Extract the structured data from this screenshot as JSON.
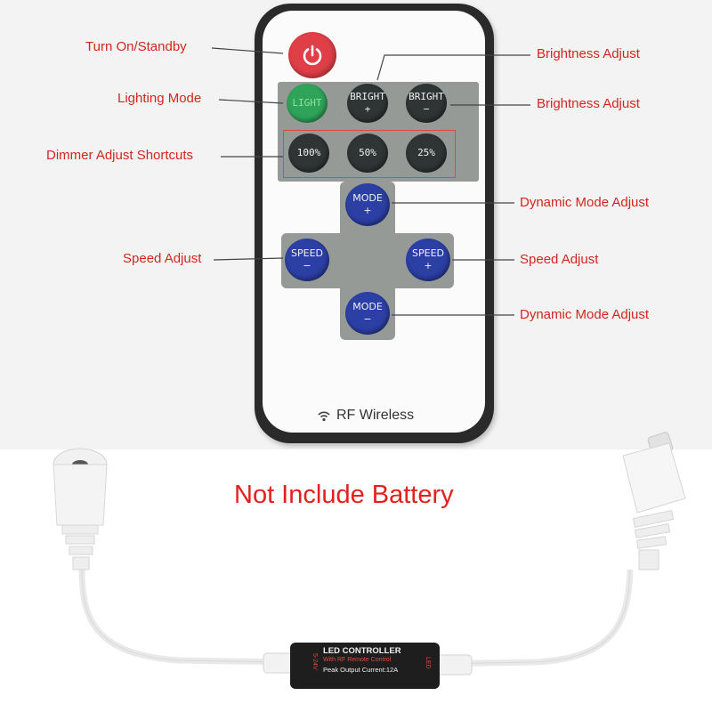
{
  "callouts": {
    "turn_on_standby": "Turn On/Standby",
    "lighting_mode": "Lighting Mode",
    "dimmer_shortcuts": "Dimmer Adjust Shortcuts",
    "speed_adjust_left": "Speed Adjust",
    "brightness_adjust_top": "Brightness Adjust",
    "brightness_adjust_bottom": "Brightness Adjust",
    "dynamic_mode_top": "Dynamic Mode Adjust",
    "speed_adjust_right": "Speed Adjust",
    "dynamic_mode_bottom": "Dynamic Mode Adjust"
  },
  "remote": {
    "buttons": {
      "light": "LIGHT",
      "bright_plus_1": "BRIGHT",
      "bright_plus_2": "+",
      "bright_minus_1": "BRIGHT",
      "bright_minus_2": "−",
      "dim_100": "100%",
      "dim_50": "50%",
      "dim_25": "25%",
      "mode_plus_1": "MODE",
      "mode_plus_2": "+",
      "speed_minus_1": "SPEED",
      "speed_minus_2": "−",
      "speed_plus_1": "SPEED",
      "speed_plus_2": "+",
      "mode_minus_1": "MODE",
      "mode_minus_2": "−"
    },
    "brand": "RF Wireless"
  },
  "banner": "Not Include Battery",
  "controller": {
    "title": "LED CONTROLLER",
    "subtitle": "With RF Remote Control",
    "peak": "Peak Output Current:12A",
    "left_print": "5-24V",
    "right_print": "LED"
  },
  "colors": {
    "callout_text": "#d2261e",
    "banner_text": "#e3201d",
    "power_button": "#e03f48",
    "light_button": "#2fa35a",
    "blue_buttons": "#2c3fa4",
    "dark_buttons": "#2f3434"
  },
  "icons": {
    "power": "power-icon",
    "wireless": "wifi-signal-icon"
  }
}
